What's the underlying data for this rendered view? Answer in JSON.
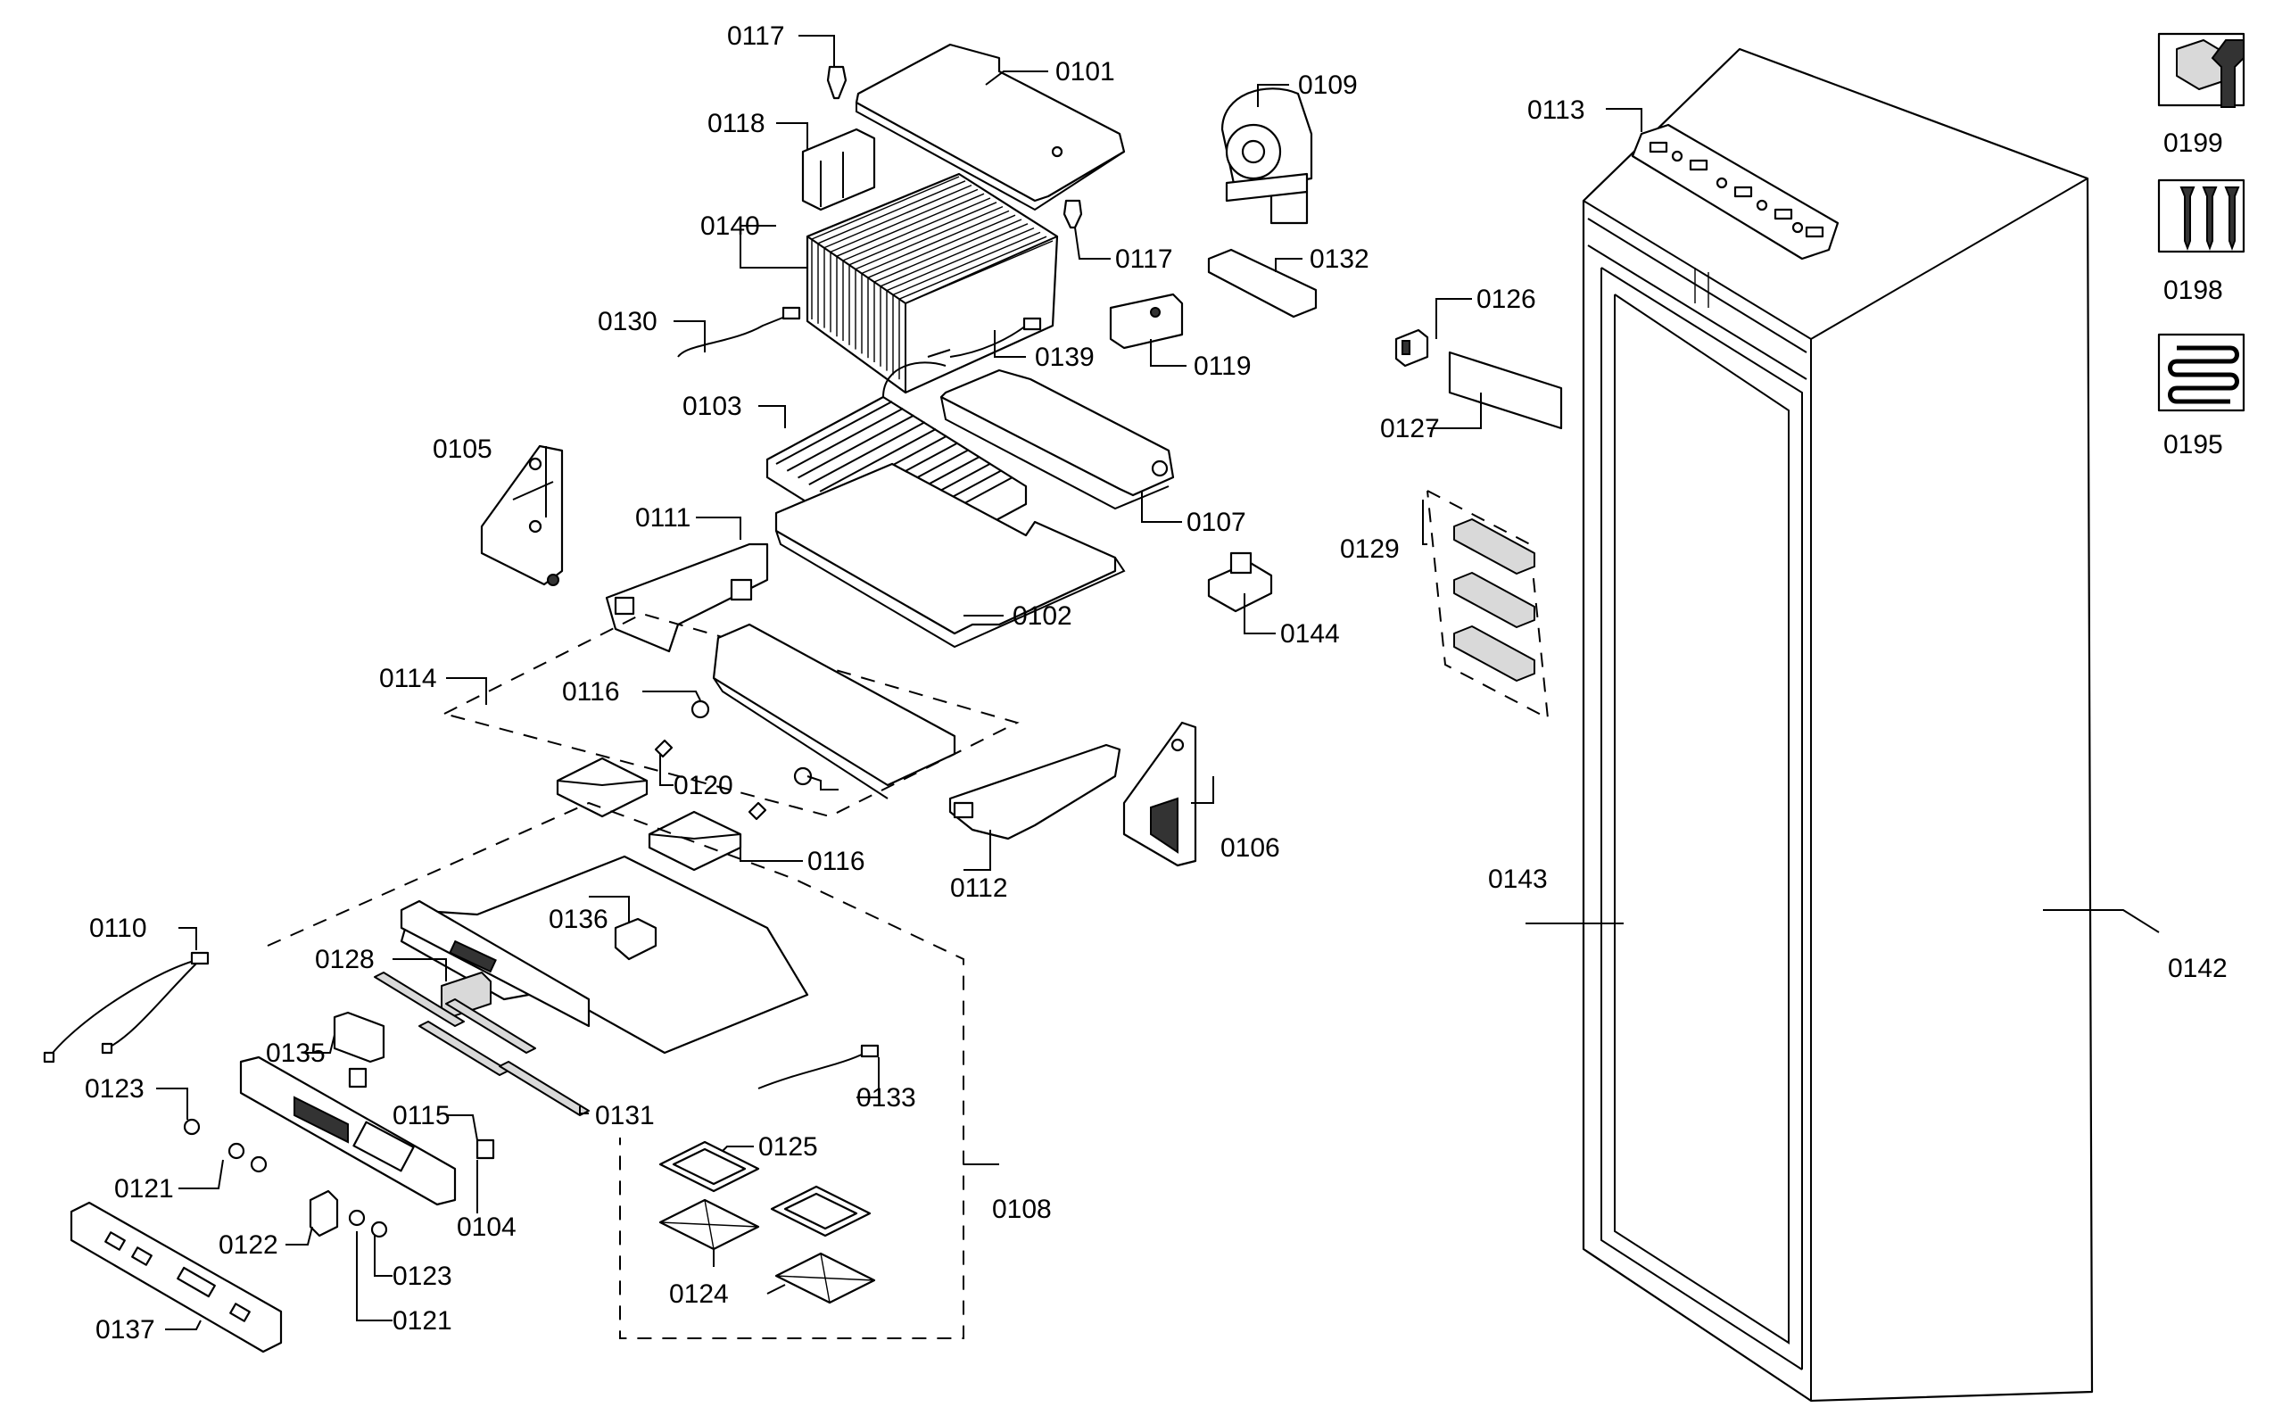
{
  "labels": {
    "p0101": "0101",
    "p0102": "0102",
    "p0103": "0103",
    "p0104": "0104",
    "p0105": "0105",
    "p0106": "0106",
    "p0107": "0107",
    "p0108": "0108",
    "p0109": "0109",
    "p0110": "0110",
    "p0111": "0111",
    "p0112": "0112",
    "p0113": "0113",
    "p0114": "0114",
    "p0115": "0115",
    "p0116a": "0116",
    "p0116b": "0116",
    "p0117a": "0117",
    "p0117b": "0117",
    "p0118": "0118",
    "p0119": "0119",
    "p0120": "0120",
    "p0121a": "0121",
    "p0121b": "0121",
    "p0122": "0122",
    "p0123a": "0123",
    "p0123b": "0123",
    "p0124": "0124",
    "p0125": "0125",
    "p0126": "0126",
    "p0127": "0127",
    "p0128": "0128",
    "p0129": "0129",
    "p0130": "0130",
    "p0131": "0131",
    "p0132": "0132",
    "p0133": "0133",
    "p0135": "0135",
    "p0136": "0136",
    "p0137": "0137",
    "p0139": "0139",
    "p0140": "0140",
    "p0142": "0142",
    "p0143": "0143",
    "p0144": "0144",
    "p0195": "0195",
    "p0198": "0198",
    "p0199": "0199"
  },
  "icons": {
    "tool": "wrench-nut-icon",
    "hardware": "screws-icon",
    "heater": "heater-coil-icon"
  }
}
